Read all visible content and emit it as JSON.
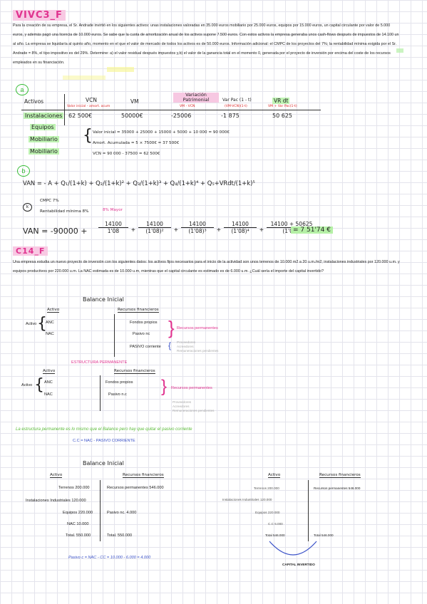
{
  "title1": "VIVC3_F",
  "intro": {
    "p1": "Para la creación de su empresa, el Sr. Andrade invirtió en los siguientes activos: unas instalaciones valoradas en 35.000 euros mobiliario por 25.000 euros, equipos por 15.000 euros, un capital circulante por valor de 5.000 euros, y además pagó una licencia de 10.000 euros. Se sabe que la cuota de amortización anual de los activos supone 7.500 euros.",
    "p2": "Con estos activos la empresa generaba unos cash-flows después de impuestos de 14.100 un al año. La empresa se liquidaría al quinto año, momento en el que el valor de mercado de todos los activos es de 50.000 euros. Información adicional: el CMPC de los proyectos del 7%; la rentabilidad mínima exigida por el Sr. Andrade = 8%, el tipo impositivo es del 29%. Determine: a) el valor residual después impuestos y,b) el valor de la ganancia total en el momento 0, generada por el proyecto de inversión por encima del coste de los recursos empleados en su financiación."
  },
  "part_a": {
    "label": "a",
    "headers": [
      "Activos",
      "VCN",
      "VM",
      "Variación Patrimonial",
      "Var Pac (1 - t)",
      "VR dt"
    ],
    "subheaders": [
      "Valor inicial - amort. acum",
      "",
      "VM - VCN",
      "(VM-VCN)(1-t)",
      "VM + Var Pac(1-t)"
    ],
    "rows": [
      "Instalaciones",
      "Equipos",
      "Mobiliario",
      "Mobiliario"
    ],
    "values": [
      "62 500€",
      "50000€",
      "-25006",
      "-1 875",
      "50 625"
    ],
    "formulas": [
      "Valor inicial = 35000 + 25000 + 15000 + 5000 + 10 000 = 90 000€",
      "Amort. Acumulada = 5 × 7500€ = 37 500€",
      "VCN = 90 000 - 37500 = 62 500€"
    ]
  },
  "part_b": {
    "label": "b",
    "van_formula": "VAN = - A + Q₁/(1+k) + Q₂/(1+k)² + Q₃/(1+k)³ + Q₄/(1+k)⁴ + Q₅+VRdt/(1+k)⁵",
    "k_label": "k",
    "k_opts": [
      "CMPC 7%",
      "Rentabilidad mínima 8%"
    ],
    "k_note": "8% Mayor",
    "final_left": "VAN = -90000 +",
    "final_terms": [
      {
        "num": "14100",
        "den": "1'08"
      },
      {
        "num": "14100",
        "den": "(1'08)²"
      },
      {
        "num": "14100",
        "den": "(1'08)³"
      },
      {
        "num": "14100",
        "den": "(1'08)⁴"
      },
      {
        "num": "14100 + 50625",
        "den": "(1'08)⁵"
      }
    ],
    "result": "= 7 51'74 €"
  },
  "title2": "C14_F",
  "ex2": {
    "p": "Una empresa estudia un nuevo proyecto de inversión con los siguientes datos: los activos fijos necesarios para el inicio de la actividad son unos terrenos de 10.000 m2 a 20 u.m./m2; instalaciones industriales por 120.000 u.m. y equipos productivos por 220.000 u.m. La NAC estimada es de 10.000 u.m, mientras que el capital circulante es estimado es de 6.000 u.m. ¿Cuál sería el importe del capital invertido?",
    "balance1": {
      "title": "Balance Inicial",
      "activo": "Activo",
      "rec": "Recursos financieros",
      "side": "Activo",
      "items_left": [
        "ANC",
        "NAC"
      ],
      "items_right": [
        "Fondos propios",
        "Pasivo nc",
        "PASIVO corriente"
      ],
      "brace_label": "Recursos permanentes",
      "small_note": [
        "Proveedores",
        "Acreedores",
        "Remuneraciones pendientes"
      ]
    },
    "estructura": "ESTRUCTURA PERMANENTE",
    "balance2": {
      "activo": "Activo",
      "rec": "Recursos financieros",
      "side": "Activo",
      "items_left": [
        "ANC",
        "NAC"
      ],
      "items_right": [
        "Fondos propios",
        "Pasivo n.c"
      ],
      "brace_label": "Recursos permanentes",
      "small_note": [
        "Proveedores",
        "Acreedores",
        "Remuneraciones pendientes"
      ]
    },
    "green_text": "La estructura permanente es lo mismo que el Balance pero hay que quitar el pasivo corriente",
    "cc_formula": "C.C = NAC - PASIVO CORRIENTE",
    "balance3": {
      "title": "Balance Inicial",
      "activo": "Activo",
      "rec": "Recursos financieros",
      "left_items": [
        "Terrenos 200.000",
        "Instalaciones Industriales 120.000",
        "Equipos 220.000",
        "NAC 10.000",
        "Total. 550.000"
      ],
      "right_items": [
        "Recursos permanentes 546.000",
        "Pasivo nc. 4.000",
        "Total. 550.000"
      ],
      "pasivo_c": "Pasivo c = NAC - CC = 10.000 - 6.000 = 4.000"
    },
    "balance4": {
      "activo": "Activo",
      "rec": "Recursos financieros",
      "left_items": [
        "Terrenos 200.000",
        "Instalaciones Industriales 120.000",
        "Equipos 220.000",
        "C.C 6.000",
        "Total 546.000"
      ],
      "right_items": [
        "Recursos permanentes 546.000",
        "Total 546.000"
      ],
      "capital": "CAPITAL INVERTIDO"
    }
  }
}
